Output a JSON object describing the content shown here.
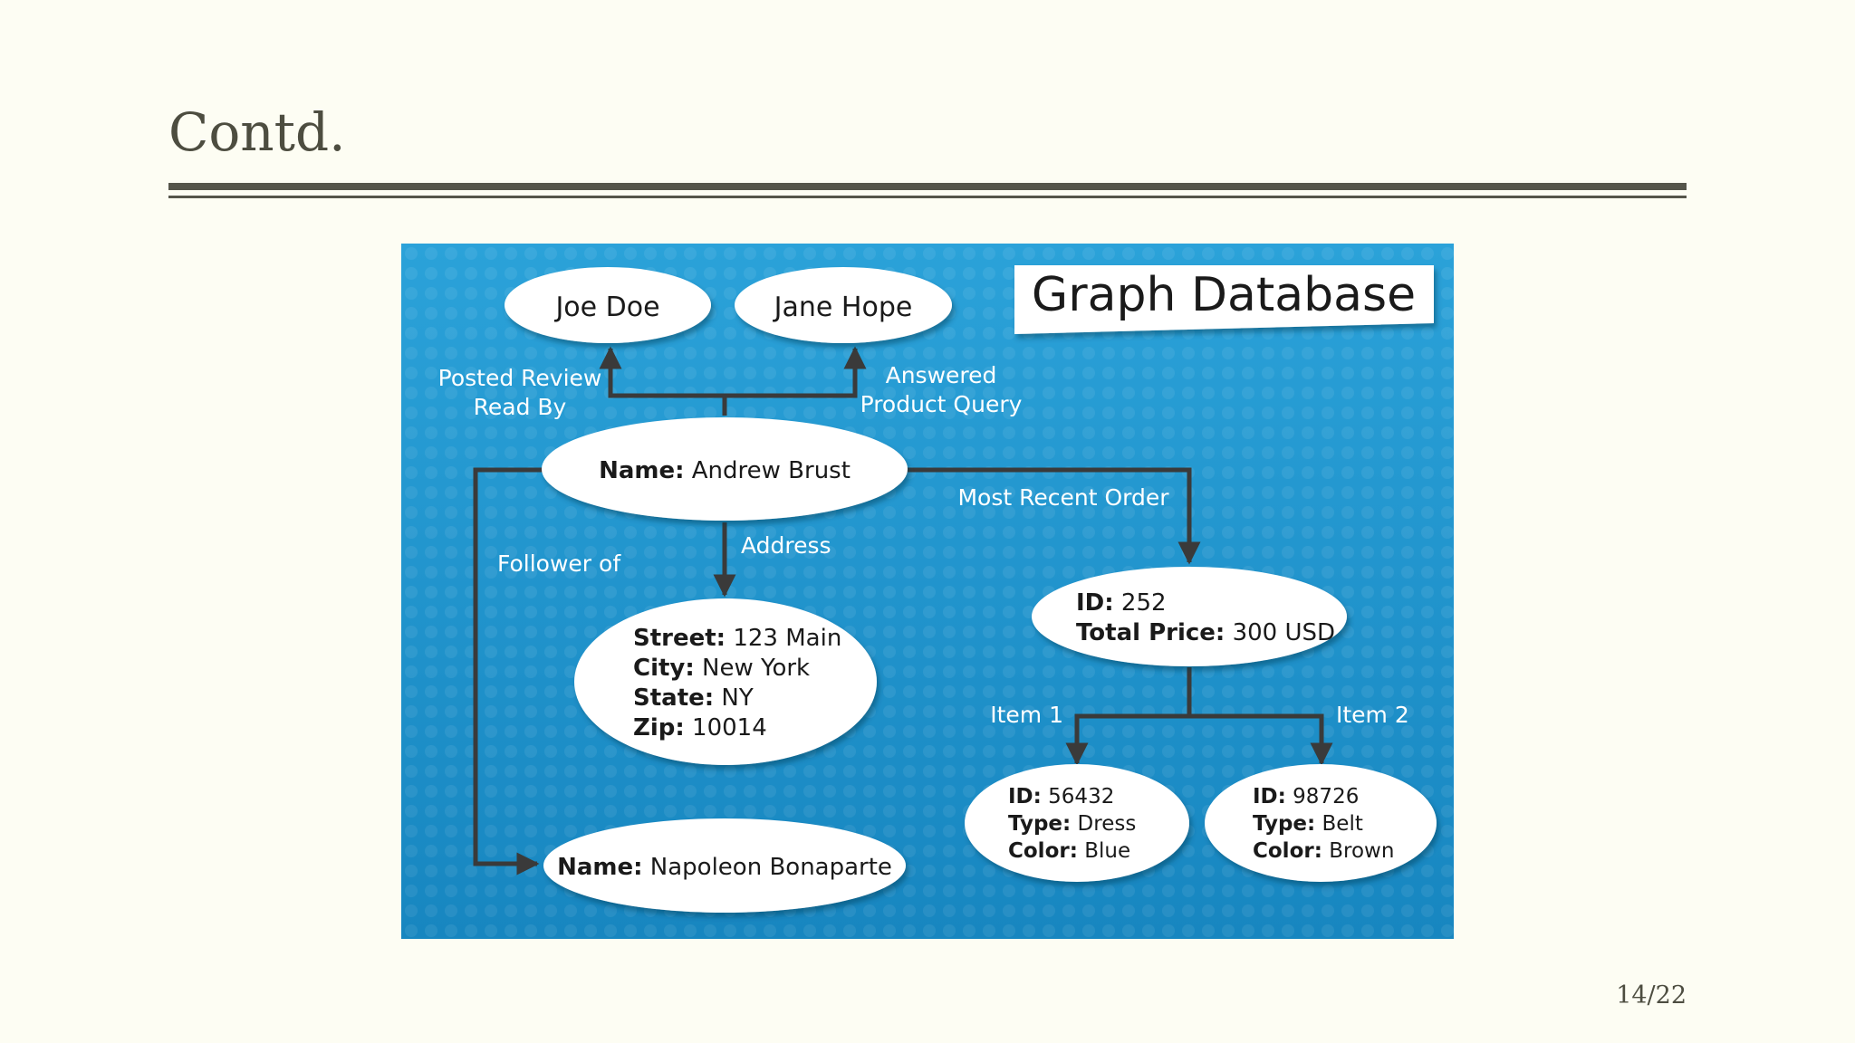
{
  "slide": {
    "title": "Contd.",
    "page_number": "14/22"
  },
  "diagram": {
    "title": "Graph Database",
    "nodes": {
      "joe": {
        "label": "Joe Doe"
      },
      "jane": {
        "label": "Jane Hope"
      },
      "andrew": {
        "k": "Name:",
        "v": " Andrew Brust"
      },
      "address": [
        {
          "k": "Street:",
          "v": " 123 Main"
        },
        {
          "k": "City:",
          "v": " New York"
        },
        {
          "k": "State:",
          "v": " NY"
        },
        {
          "k": "Zip:",
          "v": " 10014"
        }
      ],
      "napoleon": {
        "k": "Name:",
        "v": " Napoleon Bonaparte"
      },
      "order": [
        {
          "k": "ID:",
          "v": " 252"
        },
        {
          "k": "Total Price:",
          "v": " 300 USD"
        }
      ],
      "item1": [
        {
          "k": "ID:",
          "v": " 56432"
        },
        {
          "k": "Type:",
          "v": " Dress"
        },
        {
          "k": "Color:",
          "v": " Blue"
        }
      ],
      "item2": [
        {
          "k": "ID:",
          "v": " 98726"
        },
        {
          "k": "Type:",
          "v": " Belt"
        },
        {
          "k": "Color:",
          "v": " Brown"
        }
      ]
    },
    "edges": {
      "posted_review_1": "Posted Review",
      "posted_review_2": "Read By",
      "answered_1": "Answered",
      "answered_2": "Product Query",
      "most_recent_order": "Most Recent Order",
      "address": "Address",
      "follower_of": "Follower of",
      "item1": "Item 1",
      "item2": "Item 2"
    },
    "colors": {
      "background_top": "#2b9fd6",
      "background_bottom": "#1a86c0",
      "node_fill": "#ffffff",
      "connector": "#3a3a3a"
    }
  }
}
